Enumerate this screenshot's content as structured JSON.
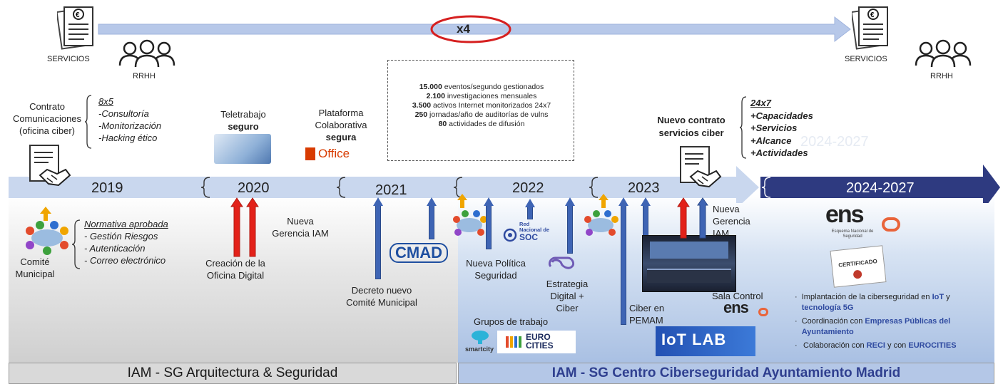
{
  "top": {
    "multiplier": "x4",
    "left_services": "SERVICIOS",
    "left_rrhh": "RRHH",
    "right_services": "SERVICIOS",
    "right_rrhh": "RRHH"
  },
  "years": [
    "2019",
    "2020",
    "2021",
    "2022",
    "2023",
    "2024-2027"
  ],
  "ghost_years": "2024-2027",
  "y2019": {
    "contract_label": [
      "Contrato",
      "Comunicaciones",
      "(oficina ciber)"
    ],
    "contract_items": [
      "8x5",
      "-Consultoría",
      "-Monitorización",
      "-Hacking ético"
    ],
    "committee": [
      "Comité",
      "Municipal"
    ],
    "norms_title": "Normativa aprobada",
    "norms_items": [
      "- Gestión Riesgos",
      "- Autenticación",
      "- Correo electrónico"
    ]
  },
  "y2020": {
    "telework": [
      "Teletrabajo",
      "seguro"
    ],
    "oficina": [
      "Creación de la",
      "Oficina Digital"
    ],
    "gerencia": [
      "Nueva",
      "Gerencia IAM"
    ]
  },
  "y2021": {
    "platform": [
      "Plataforma",
      "Colaborativa",
      "segura"
    ],
    "office_label": "Office",
    "decreto": [
      "Decreto nuevo",
      "Comité Municipal"
    ],
    "cmad": "CMAD"
  },
  "stats": [
    {
      "num": "15.000",
      "text": " eventos/segundo gestionados"
    },
    {
      "num": "2.100",
      "text": " investigaciones mensuales"
    },
    {
      "num": "3.500",
      "text": " activos Internet monitorizados 24x7"
    },
    {
      "num": "250",
      "text": " jornadas/año de auditorías de vulns"
    },
    {
      "num": "80",
      "text": " actividades de difusión"
    }
  ],
  "y2022": {
    "politica": [
      "Nueva Política",
      "Seguridad"
    ],
    "red_soc": [
      "Red",
      "Nacional de",
      "SOC"
    ],
    "estrategia": [
      "Estrategia",
      "Digital +",
      "Ciber"
    ],
    "grupos": "Grupos de trabajo",
    "smartcity": "smartcity",
    "eurocities": [
      "EURO",
      "CITIES"
    ]
  },
  "y2023": {
    "nuevo_contrato": [
      "Nuevo contrato",
      "servicios ciber"
    ],
    "capabilities": [
      "24x7",
      "+Capacidades",
      "+Servicios",
      "+Alcance",
      "+Actividades"
    ],
    "nueva_gerencia": [
      "Nueva",
      "Gerencia",
      "IAM"
    ],
    "ciber_pemam": [
      "Ciber en",
      "PEMAM"
    ],
    "sala_control": "Sala Control",
    "iotlab": "IoT LAB"
  },
  "y2427": {
    "ens": "ens",
    "ens_sub": [
      "Esquema Nacional de",
      "Seguridad"
    ],
    "certificado": "CERTIFICADO",
    "bullets": [
      {
        "pre": "Implantación de la ciberseguridad en ",
        "hl": "IoT",
        "mid": " y ",
        "hl2": "tecnología 5G"
      },
      {
        "pre": "Coordinación con ",
        "hl": "Empresas Públicas del Ayuntamiento",
        "mid": "",
        "hl2": ""
      },
      {
        "pre": "Colaboración con ",
        "hl": "RECI",
        "mid": " y con ",
        "hl2": "EUROCITIES"
      }
    ]
  },
  "footer": {
    "left": "IAM - SG  Arquitectura & Seguridad",
    "right": "IAM - SG Centro Ciberseguridad Ayuntamiento Madrid"
  },
  "colors": {
    "timeline_light": "#c9d7ee",
    "timeline_dark": "#2e3a80",
    "arrow_red": "#e32119",
    "arrow_blue": "#3e64b4",
    "arrow_yellow": "#f0a500",
    "ellipse_red": "#d62020"
  }
}
